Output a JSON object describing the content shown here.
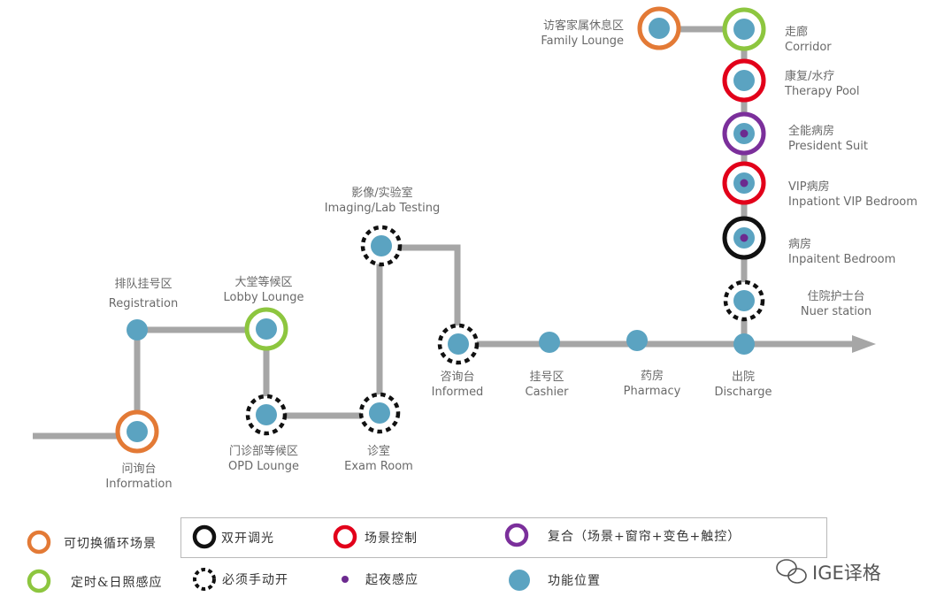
{
  "colors": {
    "track": "#a6a6a6",
    "node": "#5ba3c1",
    "orange": "#e37a36",
    "green": "#8dc63f",
    "red": "#e2001a",
    "purple": "#7b2f9b",
    "black": "#111111",
    "dot_purple": "#6c2a8f"
  },
  "stations": {
    "information": {
      "zh": "问询台",
      "en": "Information"
    },
    "registration": {
      "zh": "排队挂号区",
      "en": "Registration"
    },
    "lobby": {
      "zh": "大堂等候区",
      "en": "Lobby Lounge"
    },
    "opd": {
      "zh": "门诊部等候区",
      "en": "OPD Lounge"
    },
    "exam": {
      "zh": "诊室",
      "en": "Exam Room"
    },
    "imaging": {
      "zh": "影像/实验室",
      "en": "Imaging/Lab Testing"
    },
    "informed": {
      "zh": "咨询台",
      "en": "Informed"
    },
    "cashier": {
      "zh": "挂号区",
      "en": "Cashier"
    },
    "pharmacy": {
      "zh": "药房",
      "en": "Pharmacy"
    },
    "discharge": {
      "zh": "出院",
      "en": "Discharge"
    },
    "nurse": {
      "zh": "住院护士台",
      "en": "Nuer station"
    },
    "inpatient": {
      "zh": "病房",
      "en": "Inpaitent Bedroom"
    },
    "vip": {
      "zh": "VIP病房",
      "en": "Inpationt VIP Bedroom"
    },
    "president": {
      "zh": "全能病房",
      "en": "President Suit"
    },
    "therapy": {
      "zh": "康复/水疗",
      "en": "Therapy Pool"
    },
    "corridor": {
      "zh": "走廊",
      "en": "Corridor"
    },
    "family": {
      "zh": "访客家属休息区",
      "en": "Family Lounge"
    }
  },
  "legend": {
    "switchable": "可切换循环场景",
    "timed": "定时&日照感应",
    "dimming": "双开调光",
    "manual": "必须手动开",
    "scene": "场景控制",
    "night": "起夜感应",
    "composite": "复合（场景+窗帘+变色+触控）",
    "function": "功能位置"
  },
  "watermark": "IGE译格"
}
